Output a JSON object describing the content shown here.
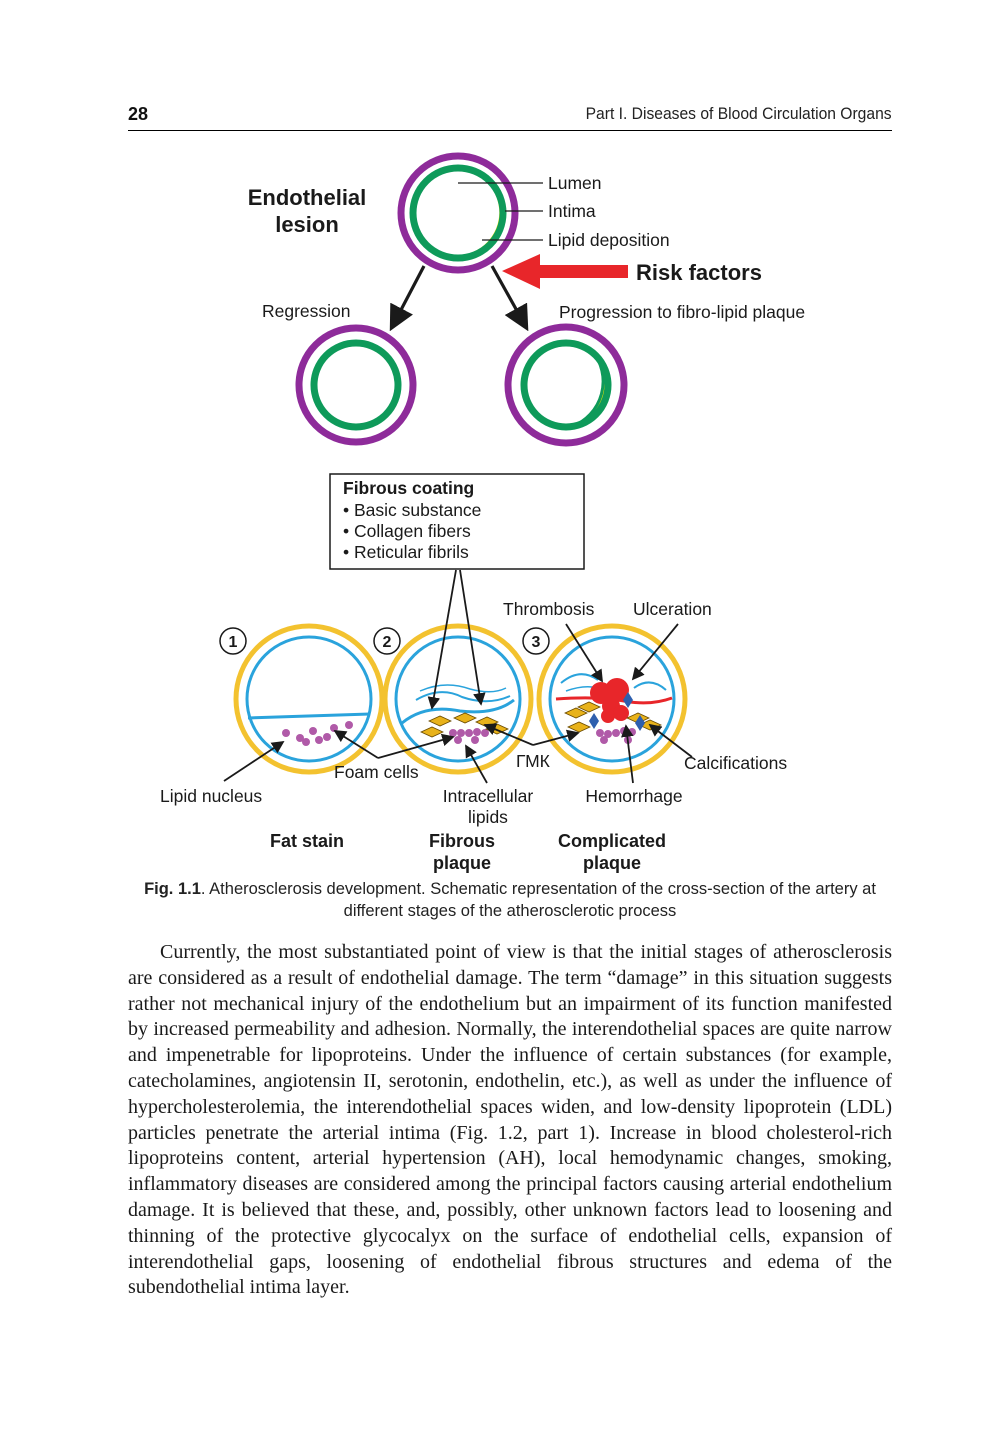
{
  "header": {
    "page_number": "28",
    "running_title": "Part I. Diseases of Blood Circulation Organs"
  },
  "figure": {
    "title": [
      "Endothelial",
      "lesion"
    ],
    "labels": {
      "lumen": "Lumen",
      "intima": "Intima",
      "lipid_deposition": "Lipid deposition",
      "risk_factors": "Risk factors",
      "regression": "Regression",
      "progression": "Progression to fibro-lipid plaque"
    },
    "box": {
      "title": "Fibrous coating",
      "items": [
        "• Basic substance",
        "• Collagen fibers",
        "• Reticular fibrils"
      ]
    },
    "stage_numbers": [
      "1",
      "2",
      "3"
    ],
    "callouts": {
      "thrombosis": "Thrombosis",
      "ulceration": "Ulceration",
      "calcifications": "Calcifications",
      "gmk": "ГМК",
      "foam_cells": "Foam cells",
      "lipid_nucleus": "Lipid nucleus",
      "intracellular_lipids": [
        "Intracellular",
        "lipids"
      ],
      "hemorrhage": "Hemorrhage"
    },
    "stages": {
      "fat_stain": "Fat stain",
      "fibrous_plaque": [
        "Fibrous",
        "plaque"
      ],
      "complicated_plaque": [
        "Complicated",
        "plaque"
      ]
    },
    "colors": {
      "outer_ring": "#8e2b9a",
      "inner_ring": "#0e9a5a",
      "lipid": "#f5ea00",
      "risk_arrow": "#e8262a",
      "vessel_wall": "#f3c22f",
      "endothelium": "#2aa3dc",
      "thrombus": "#e8262a",
      "cells": "#b05aa8",
      "smc": "#e8b21a",
      "calcification": "#2e5fae"
    }
  },
  "caption": {
    "label": "Fig. 1.1",
    "text": ". Atherosclerosis development. Schematic representation of the cross-section of the artery at different stages of the atherosclerotic process"
  },
  "body": {
    "paragraph": "Currently, the most substantiated point of view is that the initial stages of atherosclerosis are considered as a result of endothelial damage. The term “damage” in this situation suggests rather not mechanical injury of the endothelium but an impairment of its function manifested by increased permeability and adhesion. Normally, the interendothelial spaces are quite narrow and impenetrable for lipoproteins. Under the influence of certain substances (for example, catecholamines, angiotensin II, serotonin, endothelin, etc.), as well as under the influence of hypercholesterolemia, the interendothelial spaces widen, and low-density lipoprotein (LDL) particles penetrate the arterial intima (Fig. 1.2, part 1). Increase in blood cholesterol-rich lipoproteins content, arterial hypertension (AH), local hemodynamic changes, smoking, inflammatory diseases are considered among the principal factors causing arterial endothelium damage. It is believed that these, and, possibly, other unknown factors lead to loosening and thinning of the protective glycocalyx on the surface of endothelial cells, expansion of interendothelial gaps, loosening of endothelial fibrous structures and edema of the subendothelial intima layer."
  }
}
